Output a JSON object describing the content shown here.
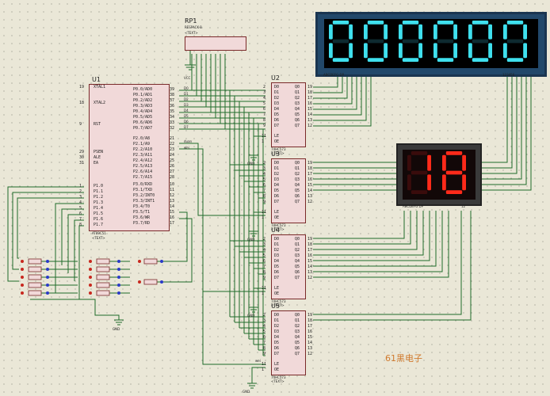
{
  "rp1": {
    "ref": "RP1",
    "part": "RESPACK-8",
    "text": "<TEXT>"
  },
  "vcc": "VCC",
  "u1": {
    "ref": "U1",
    "part": "AT89C51",
    "text": "<TEXT>",
    "left_pins": [
      {
        "num": "19",
        "name": "XTAL1"
      },
      {
        "num": "18",
        "name": "XTAL2"
      },
      {
        "num": "9",
        "name": "RST"
      },
      {
        "num": "29",
        "name": "PSEN"
      },
      {
        "num": "30",
        "name": "ALE"
      },
      {
        "num": "31",
        "name": "EA"
      },
      {
        "num": "1",
        "name": "P1.0"
      },
      {
        "num": "2",
        "name": "P1.1"
      },
      {
        "num": "3",
        "name": "P1.2"
      },
      {
        "num": "4",
        "name": "P1.3"
      },
      {
        "num": "5",
        "name": "P1.4"
      },
      {
        "num": "6",
        "name": "P1.5"
      },
      {
        "num": "7",
        "name": "P1.6"
      },
      {
        "num": "8",
        "name": "P1.7"
      }
    ],
    "right_pins": [
      {
        "num": "39",
        "name": "P0.0/AD0"
      },
      {
        "num": "38",
        "name": "P0.1/AD1"
      },
      {
        "num": "37",
        "name": "P0.2/AD2"
      },
      {
        "num": "36",
        "name": "P0.3/AD3"
      },
      {
        "num": "35",
        "name": "P0.4/AD4"
      },
      {
        "num": "34",
        "name": "P0.5/AD5"
      },
      {
        "num": "33",
        "name": "P0.6/AD6"
      },
      {
        "num": "32",
        "name": "P0.7/AD7"
      },
      {
        "num": "21",
        "name": "P2.0/A8"
      },
      {
        "num": "22",
        "name": "P2.1/A9"
      },
      {
        "num": "23",
        "name": "P2.2/A10"
      },
      {
        "num": "24",
        "name": "P2.3/A11"
      },
      {
        "num": "25",
        "name": "P2.4/A12"
      },
      {
        "num": "26",
        "name": "P2.5/A13"
      },
      {
        "num": "27",
        "name": "P2.6/A14"
      },
      {
        "num": "28",
        "name": "P2.7/A15"
      },
      {
        "num": "10",
        "name": "P3.0/RXD"
      },
      {
        "num": "11",
        "name": "P3.1/TXD"
      },
      {
        "num": "12",
        "name": "P3.2/INT0"
      },
      {
        "num": "13",
        "name": "P3.3/INT1"
      },
      {
        "num": "14",
        "name": "P3.4/T0"
      },
      {
        "num": "15",
        "name": "P3.5/T1"
      },
      {
        "num": "16",
        "name": "P3.6/WR"
      },
      {
        "num": "17",
        "name": "P3.7/RD"
      }
    ],
    "p0_nets": [
      "D0",
      "D1",
      "D2",
      "D3",
      "D4",
      "D5",
      "D6",
      "D7"
    ],
    "p2_nets": [
      "duan",
      "wei"
    ]
  },
  "latches": [
    {
      "ref": "U2",
      "part": "74HC573",
      "text": "<TEXT>"
    },
    {
      "ref": "U3",
      "part": "74HC573",
      "text": "<TEXT>"
    },
    {
      "ref": "U4",
      "part": "74HC573",
      "text": "<TEXT>"
    },
    {
      "ref": "U5",
      "part": "74HC573",
      "text": "<TEXT>"
    }
  ],
  "latch_inputs": [
    {
      "num": "2",
      "name": "D0"
    },
    {
      "num": "3",
      "name": "D1"
    },
    {
      "num": "4",
      "name": "D2"
    },
    {
      "num": "5",
      "name": "D3"
    },
    {
      "num": "6",
      "name": "D4"
    },
    {
      "num": "7",
      "name": "D5"
    },
    {
      "num": "8",
      "name": "D6"
    },
    {
      "num": "9",
      "name": "D7"
    }
  ],
  "latch_outputs": [
    {
      "num": "19",
      "name": "Q0"
    },
    {
      "num": "18",
      "name": "Q1"
    },
    {
      "num": "17",
      "name": "Q2"
    },
    {
      "num": "16",
      "name": "Q3"
    },
    {
      "num": "15",
      "name": "Q4"
    },
    {
      "num": "14",
      "name": "Q5"
    },
    {
      "num": "13",
      "name": "Q6"
    },
    {
      "num": "12",
      "name": "Q7"
    }
  ],
  "latch_ctrl": [
    {
      "num": "11",
      "name": "LE"
    },
    {
      "num": "1",
      "name": "OE"
    }
  ],
  "latch_le_nets": [
    "",
    "",
    "",
    "wei"
  ],
  "gnd": "GND",
  "display6": {
    "segments": "ABCDEFG DP",
    "digits": "123456",
    "value": "000000",
    "color": "#3fe0ee",
    "off_color": "#0e2a30"
  },
  "display2": {
    "segments": "ABCDEFG DP",
    "digits": "12",
    "value": "18",
    "color": "#ff2a1a",
    "off_color": "#3a0c0c"
  },
  "switch_rows": 5,
  "watermark": "61黑电子"
}
